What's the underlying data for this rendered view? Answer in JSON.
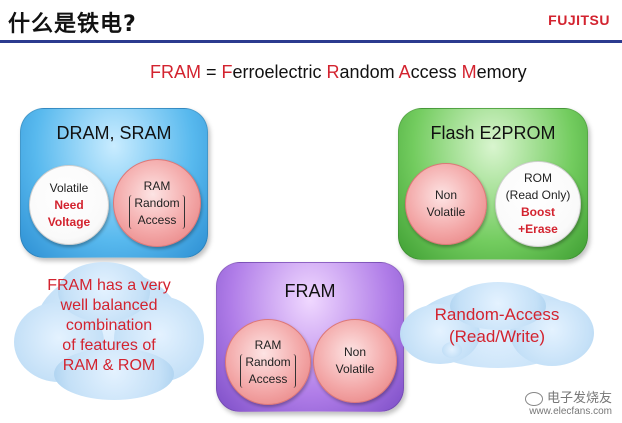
{
  "header": {
    "title": "什么是铁电?",
    "logo": "FUJITSU"
  },
  "definition": {
    "acronym": "FRAM",
    "equals": " = ",
    "words": [
      {
        "initial": "F",
        "rest": "erroelectric "
      },
      {
        "initial": "R",
        "rest": "andom "
      },
      {
        "initial": "A",
        "rest": "ccess "
      },
      {
        "initial": "M",
        "rest": "emory"
      }
    ]
  },
  "dram_card": {
    "title": "DRAM, SRAM",
    "left_circle": {
      "line1": "Volatile",
      "line2": "Need",
      "line3": "Voltage"
    },
    "right_circle": {
      "line1": "RAM",
      "line2": "Random",
      "line3": "Access"
    }
  },
  "flash_card": {
    "title": "Flash E2PROM",
    "left_circle": {
      "line1": "Non",
      "line2": "Volatile"
    },
    "right_circle": {
      "line1": "ROM",
      "line2": "(Read Only)",
      "line3": "Boost",
      "line4": "+Erase"
    }
  },
  "fram_card": {
    "title": "FRAM",
    "left_circle": {
      "line1": "RAM",
      "line2": "Random",
      "line3": "Access"
    },
    "right_circle": {
      "line1": "Non",
      "line2": "Volatile"
    }
  },
  "left_cloud": {
    "lines": [
      "FRAM has a very",
      "well balanced",
      "combination",
      "of features of",
      "RAM & ROM"
    ]
  },
  "right_cloud": {
    "lines": [
      "Random-Access",
      "(Read/Write)"
    ]
  },
  "watermark": {
    "text": "电子发烧友",
    "url": "www.elecfans.com"
  },
  "colors": {
    "accent_red": "#d3232f",
    "header_line": "#2b3b8f",
    "dram": "#58b9ee",
    "flash": "#73cc5f",
    "fram": "#b07de8"
  }
}
